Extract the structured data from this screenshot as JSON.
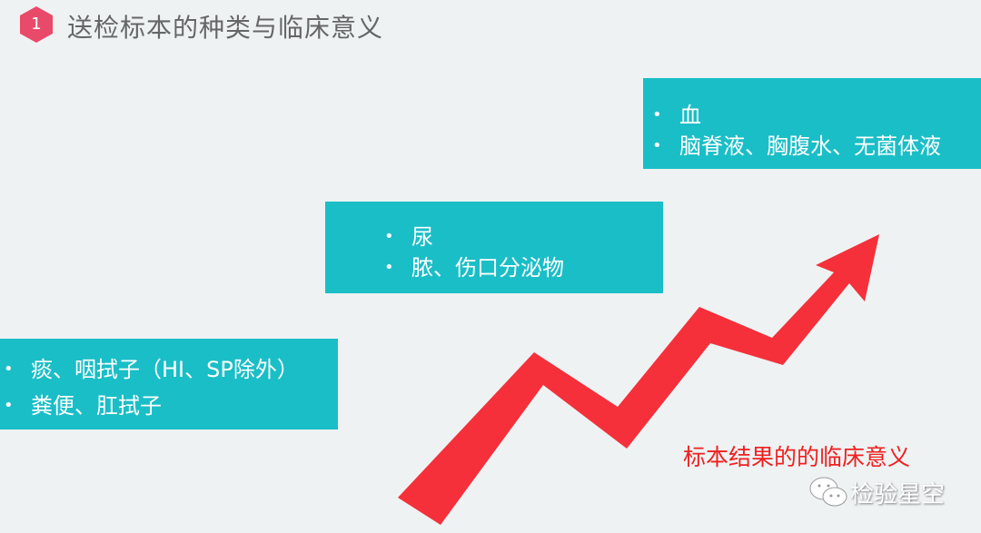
{
  "header": {
    "badge": "1",
    "title": "送检标本的种类与临床意义"
  },
  "boxes": [
    {
      "items": [
        "痰、咽拭子（HI、SP除外）",
        "粪便、肛拭子"
      ]
    },
    {
      "items": [
        "尿",
        "脓、伤口分泌物"
      ]
    },
    {
      "items": [
        "血",
        "脑脊液、胸腹水、无菌体液"
      ]
    }
  ],
  "arrow_caption": "标本结果的的临床意义",
  "watermark": "检验星空",
  "colors": {
    "teal": "#1abec7",
    "arrow": "#f5303a",
    "badge": "#ea4a6a"
  }
}
